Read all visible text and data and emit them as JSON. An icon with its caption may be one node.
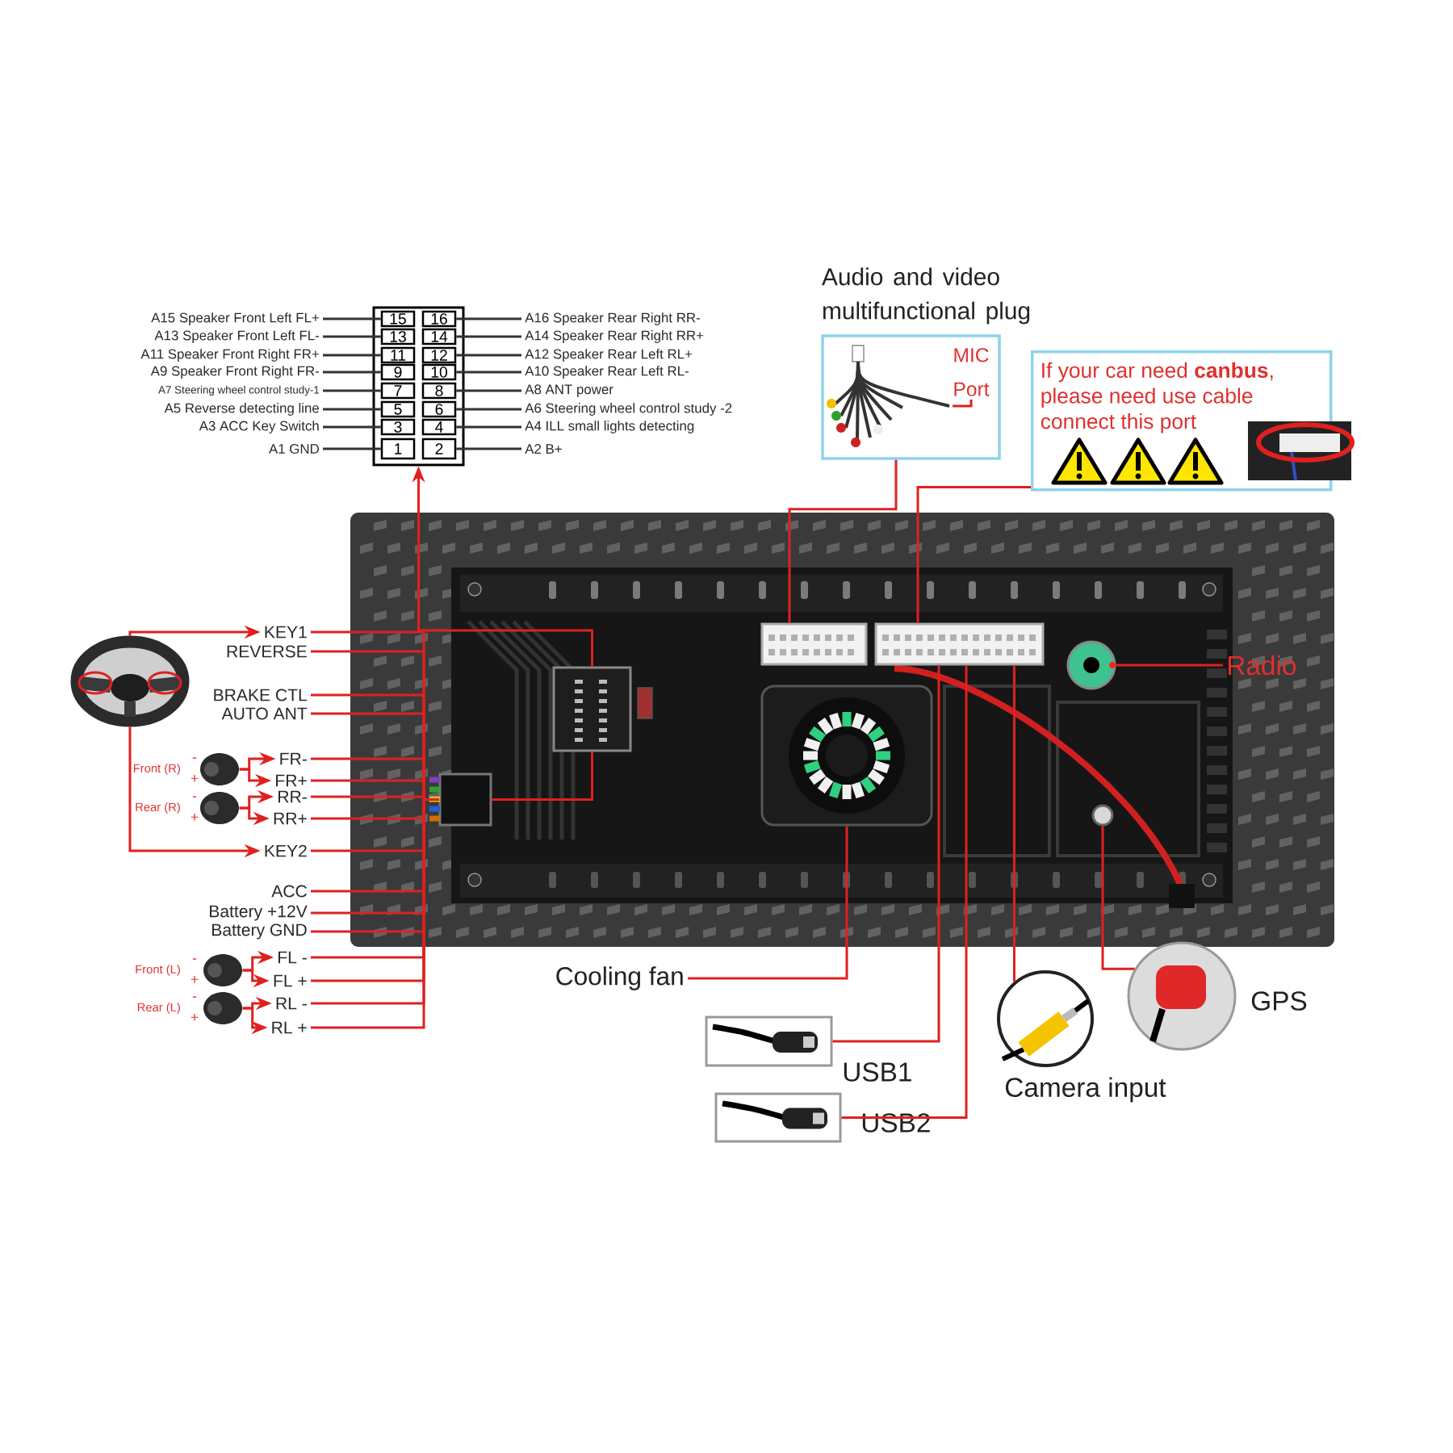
{
  "diagram": {
    "nodes": [
      {
        "text": [],
        "shape": "box"
      },
      {
        "text": [
          "15"
        ],
        "in": 0
      },
      {
        "text": [
          "16"
        ],
        "in": 0
      },
      {
        "text": [
          "13"
        ],
        "in": 0
      },
      {
        "text": [
          "14"
        ],
        "in": 0
      },
      {
        "text": [
          "11"
        ],
        "in": 0
      },
      {
        "text": [
          "12"
        ],
        "in": 0
      },
      {
        "text": [
          "9"
        ],
        "in": 0
      },
      {
        "text": [
          "10"
        ],
        "in": 0
      },
      {
        "text": [
          "7"
        ],
        "in": 0
      },
      {
        "text": [
          "8"
        ],
        "in": 0
      },
      {
        "text": [
          "5"
        ],
        "in": 0
      },
      {
        "text": [
          "6"
        ],
        "in": 0
      },
      {
        "text": [
          "3"
        ],
        "in": 0
      },
      {
        "text": [
          "4"
        ],
        "in": 0
      },
      {
        "text": [
          "1"
        ],
        "in": 0
      },
      {
        "text": [
          "2"
        ],
        "in": 0
      },
      {
        "text": [
          "A15 Speaker Front Left FL+"
        ]
      },
      {
        "text": [
          "A16 Speaker Rear Right RR-"
        ]
      },
      {
        "text": [
          "A13 Speaker Front Left FL-"
        ]
      },
      {
        "text": [
          "A14 Speaker Rear Right RR+"
        ]
      },
      {
        "text": [
          "A11 Speaker Front Right FR+"
        ]
      },
      {
        "text": [
          "A12 Speaker Rear Left RL+"
        ]
      },
      {
        "text": [
          "A9 Speaker Front Right FR-"
        ]
      },
      {
        "text": [
          "A10 Speaker Rear Left RL-"
        ]
      },
      {
        "text": [
          "A7 Steering wheel control study-1"
        ]
      },
      {
        "text": [
          "A8 ANT power"
        ]
      },
      {
        "text": [
          "A5 Reverse detecting line"
        ]
      },
      {
        "text": [
          "A6 Steering wheel control study -2"
        ]
      },
      {
        "text": [
          "A3 ACC Key Switch"
        ]
      },
      {
        "text": [
          "A4 ILL small lights detecting"
        ]
      },
      {
        "text": [
          "A1 GND"
        ]
      },
      {
        "text": [
          "A2 B+"
        ]
      },
      {
        "text": [
          "Audio and video multifunctional plug"
        ]
      },
      {
        "text": [
          "MIC Port"
        ],
        "in": 33
      },
      {
        "text": [
          "If your car need **canbus**, please need use cable connect this port"
        ]
      },
      {
        "text": [],
        "shape": "picture"
      },
      {
        "text": [],
        "shape": "box",
        "in": 36
      },
      {
        "text": [],
        "shape": "box",
        "in": 36
      },
      {
        "text": [],
        "shape": "box",
        "in": 36
      },
      {
        "text": [],
        "shape": "box",
        "in": 36
      },
      {
        "text": [],
        "shape": "circle",
        "in": 36
      },
      {
        "text": [],
        "shape": "box",
        "in": 36
      },
      {
        "text": [],
        "shape": "circle",
        "in": 36
      },
      {
        "text": [],
        "shape": "picture"
      },
      {
        "text": [
          "KEY1"
        ]
      },
      {
        "text": [
          "REVERSE"
        ]
      },
      {
        "text": [
          "BRAKE CTL"
        ]
      },
      {
        "text": [
          "AUTO ANT"
        ]
      },
      {
        "text": [
          "FR-"
        ]
      },
      {
        "text": [
          "FR+"
        ]
      },
      {
        "text": [
          "RR-"
        ]
      },
      {
        "text": [
          "RR+"
        ]
      },
      {
        "text": [
          "KEY2"
        ]
      },
      {
        "text": [
          "ACC"
        ]
      },
      {
        "text": [
          "Battery +12V"
        ]
      },
      {
        "text": [
          "Battery GND"
        ]
      },
      {
        "text": [
          "FL -"
        ]
      },
      {
        "text": [
          "FL +"
        ]
      },
      {
        "text": [
          "RL -"
        ]
      },
      {
        "text": [
          "RL +"
        ]
      },
      {
        "text": [],
        "shape": "picture",
        "beside": [
          "Front (R)",
          "-",
          "+"
        ]
      },
      {
        "text": [],
        "shape": "picture",
        "beside": [
          "Rear (R)",
          "-",
          "+"
        ]
      },
      {
        "text": [],
        "shape": "picture",
        "beside": [
          "Front (L)",
          "-",
          "+"
        ]
      },
      {
        "text": [],
        "shape": "picture",
        "beside": [
          "Rear (L)",
          "-",
          "+"
        ]
      },
      {
        "text": [
          "Cooling fan"
        ]
      },
      {
        "text": [
          "Radio"
        ],
        "in": 36
      },
      {
        "text": [],
        "shape": "picture",
        "beside": [
          "USB1"
        ]
      },
      {
        "text": [],
        "shape": "picture",
        "beside": [
          "USB2"
        ]
      },
      {
        "text": [],
        "shape": "picture",
        "beside": [
          "Camera input"
        ]
      },
      {
        "text": [],
        "shape": "picture",
        "beside": [
          "GPS"
        ]
      }
    ],
    "edges": [
      {
        "from": 17,
        "to": 1,
        "arrow": "none",
        "color": "#333333"
      },
      {
        "from": 18,
        "to": 2,
        "arrow": "none",
        "color": "#333333"
      },
      {
        "from": 19,
        "to": 3,
        "arrow": "none",
        "color": "#333333"
      },
      {
        "from": 20,
        "to": 4,
        "arrow": "none",
        "color": "#333333"
      },
      {
        "from": 21,
        "to": 5,
        "arrow": "none",
        "color": "#333333"
      },
      {
        "from": 22,
        "to": 6,
        "arrow": "none",
        "color": "#333333"
      },
      {
        "from": 23,
        "to": 7,
        "arrow": "none",
        "color": "#333333"
      },
      {
        "from": 24,
        "to": 8,
        "arrow": "none",
        "color": "#333333"
      },
      {
        "from": 25,
        "to": 9,
        "arrow": "none",
        "color": "#333333"
      },
      {
        "from": 26,
        "to": 10,
        "arrow": "none",
        "color": "#333333"
      },
      {
        "from": 27,
        "to": 11,
        "arrow": "none",
        "color": "#333333"
      },
      {
        "from": 28,
        "to": 12,
        "arrow": "none",
        "color": "#333333"
      },
      {
        "from": 29,
        "to": 13,
        "arrow": "none",
        "color": "#333333"
      },
      {
        "from": 30,
        "to": 14,
        "arrow": "none",
        "color": "#333333"
      },
      {
        "from": 31,
        "to": 15,
        "arrow": "none",
        "color": "#333333"
      },
      {
        "from": 32,
        "to": 16,
        "arrow": "none",
        "color": "#333333"
      },
      {
        "from": 37,
        "to": 0,
        "arrow": "to"
      },
      {
        "from": 38,
        "to": 37,
        "arrow": "none"
      },
      {
        "from": 44,
        "to": 45,
        "arrow": "to"
      },
      {
        "from": 44,
        "to": 53,
        "arrow": "to"
      },
      {
        "from": 45,
        "to": 38,
        "arrow": "none"
      },
      {
        "from": 46,
        "to": 38,
        "arrow": "none"
      },
      {
        "from": 47,
        "to": 38,
        "arrow": "none"
      },
      {
        "from": 48,
        "to": 38,
        "arrow": "none"
      },
      {
        "from": 49,
        "to": 38,
        "arrow": "none"
      },
      {
        "from": 50,
        "to": 38,
        "arrow": "none"
      },
      {
        "from": 51,
        "to": 38,
        "arrow": "none"
      },
      {
        "from": 52,
        "to": 38,
        "arrow": "none"
      },
      {
        "from": 53,
        "to": 38,
        "arrow": "none"
      },
      {
        "from": 54,
        "to": 38,
        "arrow": "none"
      },
      {
        "from": 55,
        "to": 38,
        "arrow": "none"
      },
      {
        "from": 56,
        "to": 38,
        "arrow": "none"
      },
      {
        "from": 57,
        "to": 38,
        "arrow": "none"
      },
      {
        "from": 58,
        "to": 38,
        "arrow": "none"
      },
      {
        "from": 59,
        "to": 38,
        "arrow": "none"
      },
      {
        "from": 60,
        "to": 38,
        "arrow": "none"
      },
      {
        "from": 61,
        "to": 49,
        "arrow": "to"
      },
      {
        "from": 61,
        "to": 50,
        "arrow": "to"
      },
      {
        "from": 62,
        "to": 51,
        "arrow": "to"
      },
      {
        "from": 62,
        "to": 52,
        "arrow": "to"
      },
      {
        "from": 63,
        "to": 57,
        "arrow": "to"
      },
      {
        "from": 63,
        "to": 58,
        "arrow": "to"
      },
      {
        "from": 64,
        "to": 59,
        "arrow": "to"
      },
      {
        "from": 64,
        "to": 60,
        "arrow": "to"
      },
      {
        "from": 33,
        "to": 39,
        "arrow": "none"
      },
      {
        "from": 35,
        "to": 40,
        "arrow": "none"
      },
      {
        "from": 65,
        "to": 42,
        "arrow": "none"
      },
      {
        "from": 66,
        "to": 41,
        "arrow": "none"
      },
      {
        "from": 67,
        "to": 40,
        "arrow": "none"
      },
      {
        "from": 68,
        "to": 40,
        "arrow": "none"
      },
      {
        "from": 69,
        "to": 40,
        "arrow": "none"
      },
      {
        "from": 70,
        "to": 43,
        "arrow": "none"
      },
      {
        "from": 34,
        "to": null,
        "arrow": "none"
      }
    ]
  }
}
